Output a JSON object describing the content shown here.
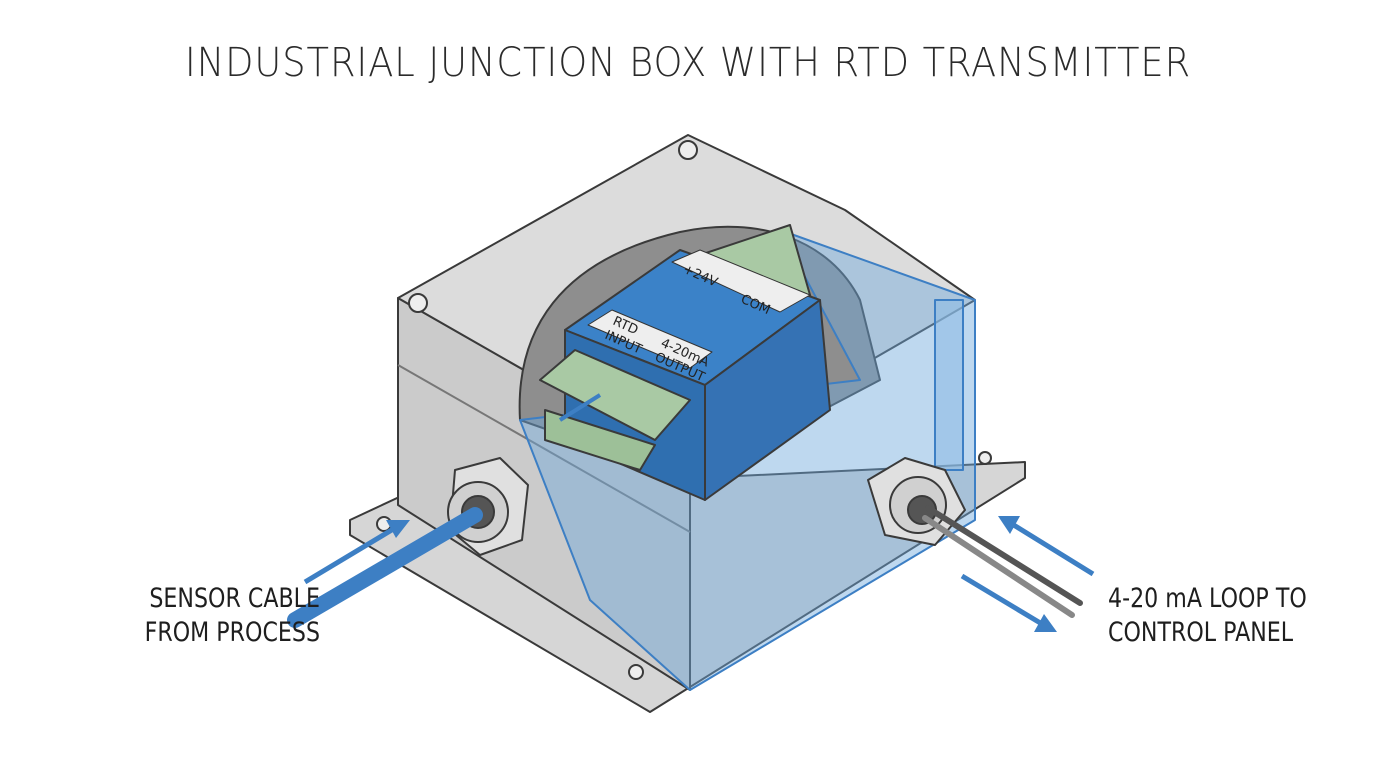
{
  "title": "INDUSTRIAL JUNCTION BOX WITH RTD TRANSMITTER",
  "labels": {
    "left": [
      "SENSOR CABLE",
      "FROM PROCESS"
    ],
    "right": [
      "4-20 mA LOOP TO",
      "CONTROL PANEL"
    ]
  },
  "module": {
    "power_label": "+24V",
    "common_label": "COM",
    "input_label": [
      "RTD",
      "INPUT"
    ],
    "output_label": [
      "4-20mA",
      "OUTPUT"
    ]
  },
  "colors": {
    "accent_blue": "#3d7fc4",
    "module_blue": "#3b82c8",
    "terminal_green": "#a9c9a4",
    "enclosure_gray": "#d4d4d4"
  }
}
